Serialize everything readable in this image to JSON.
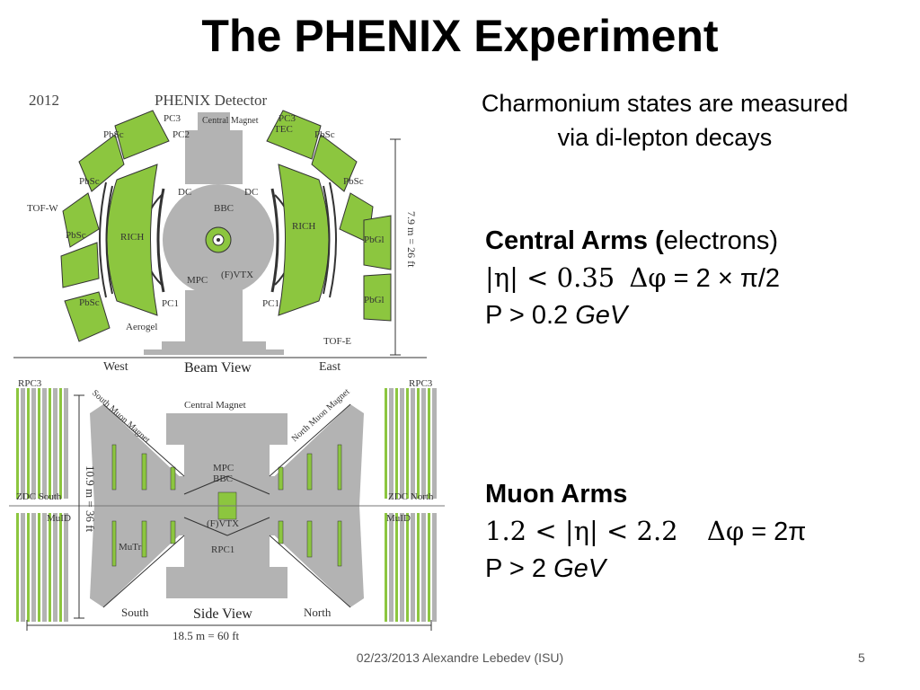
{
  "title": "The PHENIX Experiment",
  "intro": "Charmonium states are measured via di-lepton decays",
  "central": {
    "heading": "Central Arms (",
    "heading_tail": "electrons)",
    "eta_cut": "|η| < 0.35",
    "dphi_label": "Δφ",
    "dphi_value": "= 2 × π/2",
    "p_cut": "P > 0.2",
    "unit": "GeV"
  },
  "muon": {
    "heading": "Muon Arms",
    "eta_cut": "1.2 < |η| <  2.2",
    "dphi_label": "Δφ",
    "dphi_value": "= 2π",
    "p_cut": "P > 2",
    "unit": "GeV"
  },
  "beam_view": {
    "year": "2012",
    "title": "PHENIX Detector",
    "labels": {
      "pbsc": "PbSc",
      "pbgl": "PbGl",
      "pc1": "PC1",
      "pc2": "PC2",
      "pc3": "PC3",
      "tec": "TEC",
      "dc": "DC",
      "rich": "RICH",
      "tof_w": "TOF-W",
      "tof_e": "TOF-E",
      "aerogel": "Aerogel",
      "central_magnet": "Central Magnet",
      "bbc": "BBC",
      "mpc": "MPC",
      "fvtx": "(F)VTX",
      "west": "West",
      "east": "East",
      "beam_view": "Beam View",
      "height": "7.9 m = 26 ft"
    }
  },
  "side_view": {
    "labels": {
      "rpc3": "RPC3",
      "central_magnet": "Central Magnet",
      "south_muon_magnet": "South Muon Magnet",
      "north_muon_magnet": "North Muon Magnet",
      "zdc_south": "ZDC South",
      "zdc_north": "ZDC North",
      "muid": "MuID",
      "mutr": "MuTr",
      "mpc": "MPC",
      "bbc": "BBC",
      "fvtx": "(F)VTX",
      "rpc1": "RPC1",
      "south": "South",
      "north": "North",
      "side_view": "Side View",
      "height": "10.9 m = 36 ft",
      "length": "18.5 m =  60 ft"
    }
  },
  "footer": {
    "left": "02/23/2013  Alexandre Lebedev (ISU)",
    "page": "5"
  },
  "colors": {
    "green": "#8cc63f",
    "gray": "#b3b3b3",
    "dark": "#333333"
  }
}
